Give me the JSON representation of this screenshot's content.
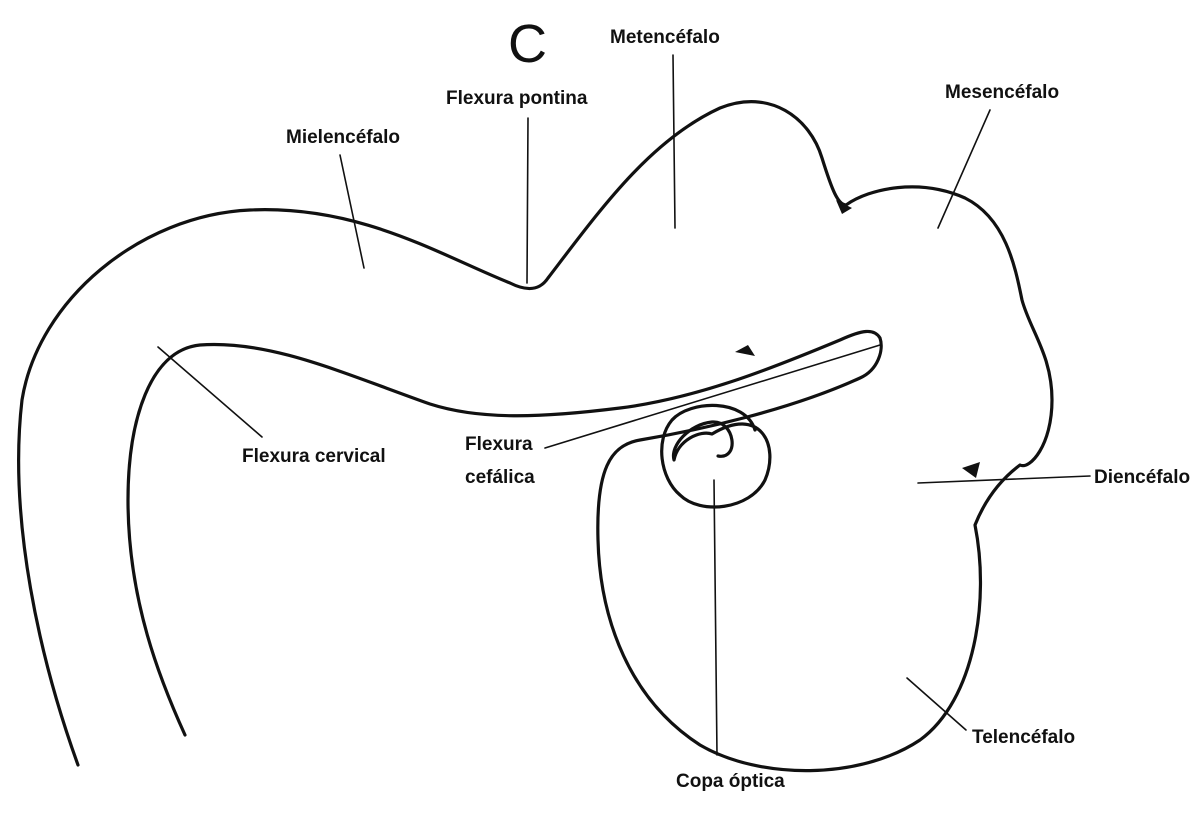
{
  "panel_letter": "C",
  "labels": {
    "metencefalo": "Metencéfalo",
    "flexura_pontina": "Flexura pontina",
    "mesencefalo": "Mesencéfalo",
    "mielencefalo": "Mielencéfalo",
    "flexura_cervical": "Flexura cervical",
    "flexura_cefalica_line1": "Flexura",
    "flexura_cefalica_line2": "cefálica",
    "diencefalo": "Diencéfalo",
    "telencefalo": "Telencéfalo",
    "copa_optica": "Copa óptica"
  }
}
